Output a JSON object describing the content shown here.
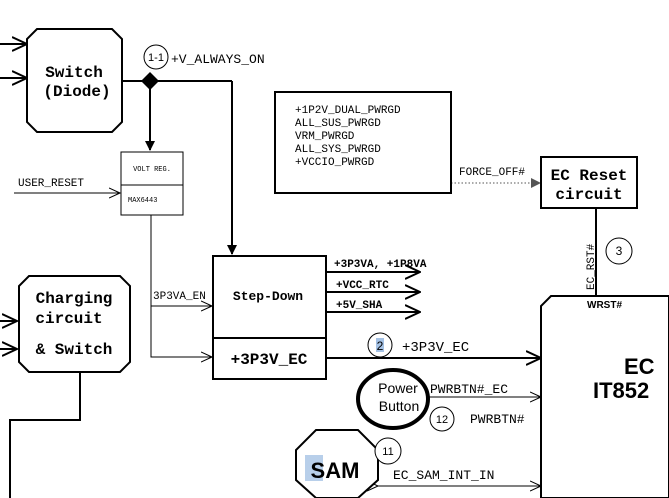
{
  "blocks": {
    "switch_diode": {
      "line1": "Switch",
      "line2": "(Diode)"
    },
    "charging": {
      "line1": "Charging",
      "line2": "circuit",
      "line3": "& Switch"
    },
    "volt_reg": {
      "top": "VOLT REG.",
      "bottom": "MAX6443"
    },
    "step_down": {
      "label": "Step-Down",
      "ec_rail": "+3P3V_EC"
    },
    "ec_reset": {
      "line1": "EC Reset",
      "line2": "circuit"
    },
    "ec_chip": {
      "line1": "EC",
      "line2": "IT852",
      "pin_wrst": "WRST#"
    },
    "power_button": {
      "line1": "Power",
      "line2": "Button"
    },
    "sam": {
      "label": "SAM"
    },
    "pwrgd_box": {
      "lines": [
        "+1P2V_DUAL_PWRGD",
        "ALL_SUS_PWRGD",
        "VRM_PWRGD",
        "ALL_SYS_PWRGD",
        "+VCCIO_PWRGD"
      ]
    }
  },
  "signals": {
    "v_always_on": "+V_ALWAYS_ON",
    "user_reset": "USER_RESET",
    "force_off": "FORCE_OFF#",
    "ec_rst": "EC_RST#",
    "en_3p3va": "3P3VA_EN",
    "rail_3p3va": "+3P3VA, +1P8VA",
    "rail_vcc_rtc": "+VCC_RTC",
    "rail_5v_sha": "+5V_SHA",
    "rail_3p3v_ec": "+3P3V_EC",
    "pwrbtn_ec": "PWRBTN#_EC",
    "pwrbtn": "PWRBTN#",
    "ec_sam_int": "EC_SAM_INT_IN"
  },
  "markers": {
    "m1": "1-1",
    "m2": "2",
    "m3": "3",
    "m11": "11",
    "m12": "12"
  },
  "colors": {
    "ink": "#000000",
    "marker_highlight": "#7da7d9"
  }
}
